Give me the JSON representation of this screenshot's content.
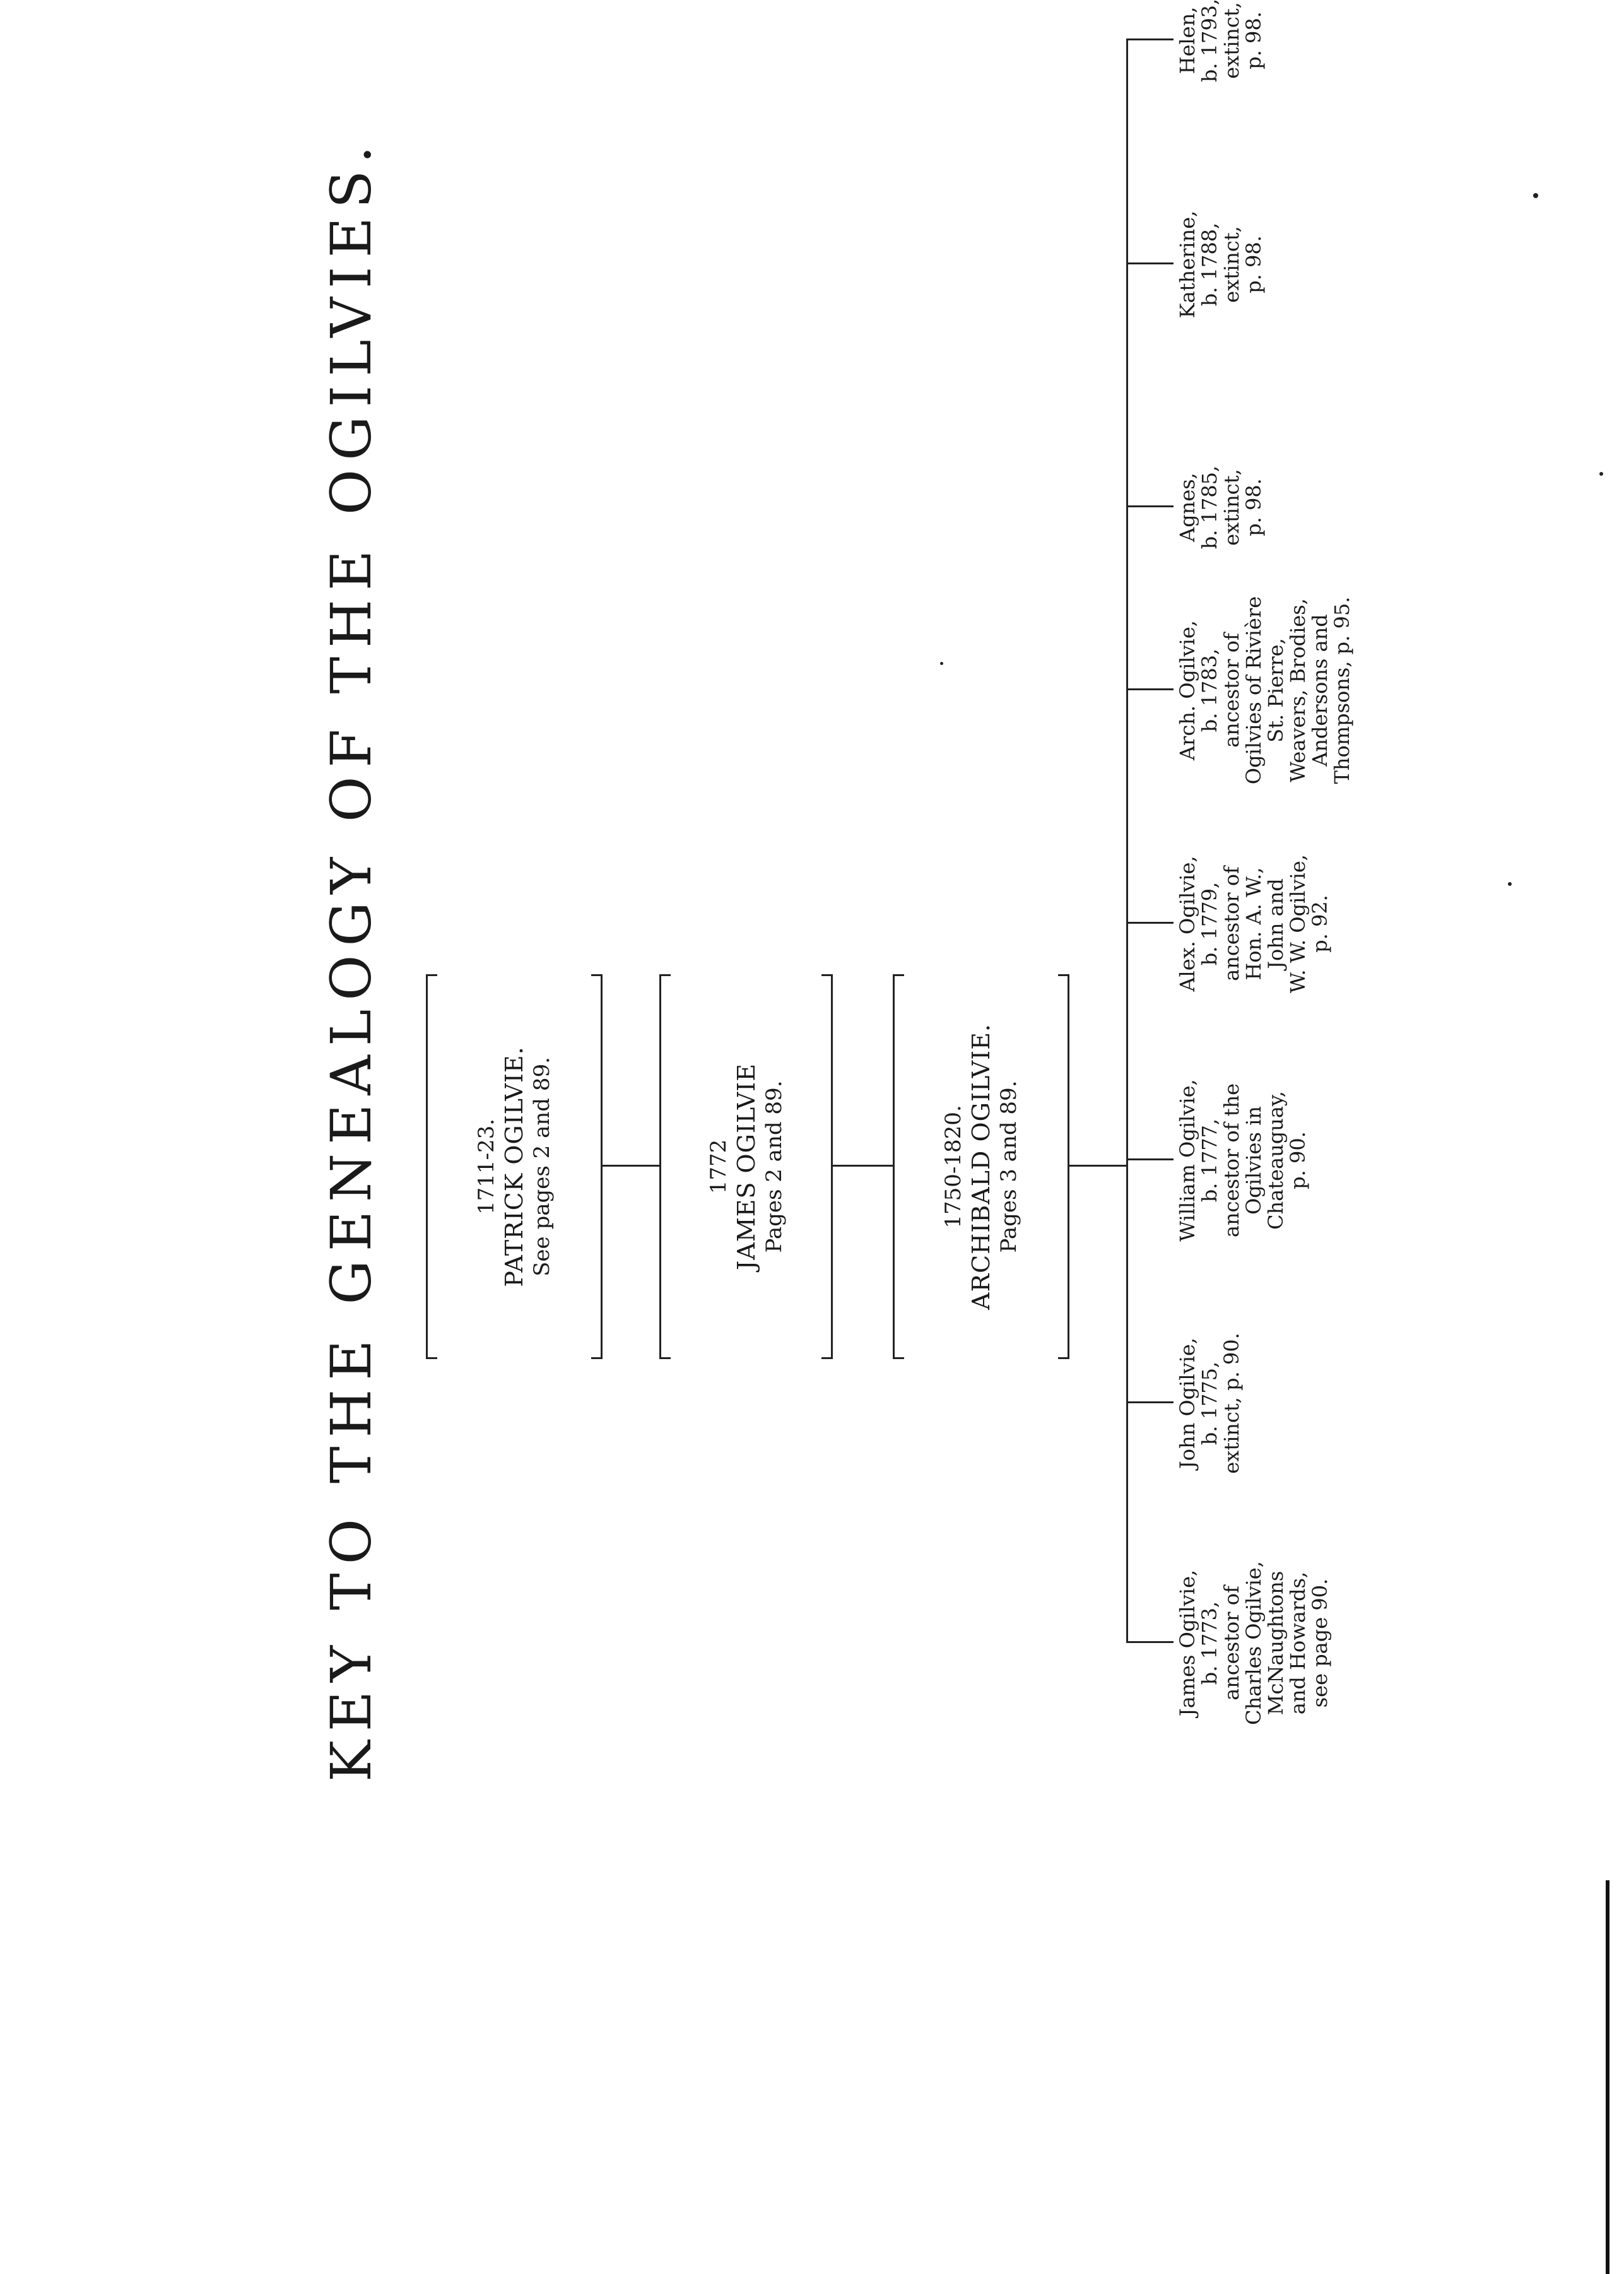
{
  "title": "KEY TO THE GENEALOGY OF THE OGILVIES.",
  "generations": [
    {
      "dates": "1711-23.",
      "name": "PATRICK OGILVIE.",
      "ref": "See pages 2 and 89."
    },
    {
      "dates": "1772",
      "name": "JAMES OGILVIE",
      "ref": "Pages 2 and 89."
    },
    {
      "dates": "1750-1820.",
      "name": "ARCHIBALD OGILVIE.",
      "ref": "Pages 3 and 89."
    }
  ],
  "children": [
    {
      "lines": [
        "James Ogilvie,",
        "b. 1773,",
        "ancestor of",
        "Charles Ogilvie,",
        "McNaughtons",
        "and Howards,",
        "see page 90."
      ]
    },
    {
      "lines": [
        "John Ogilvie,",
        "b. 1775,",
        "extinct, p. 90."
      ]
    },
    {
      "lines": [
        "William Ogilvie,",
        "b. 1777,",
        "ancestor of the",
        "Ogilvies in",
        "Chateauguay,",
        "p. 90."
      ]
    },
    {
      "lines": [
        "Alex. Ogilvie,",
        "b. 1779,",
        "ancestor of",
        "Hon. A. W.,",
        "John and",
        "W. W. Ogilvie,",
        "p. 92."
      ]
    },
    {
      "lines": [
        "Arch. Ogilvie,",
        "b. 1783,",
        "ancestor of",
        "Ogilvies of Rivière",
        "St. Pierre,",
        "Weavers, Brodies,",
        "Andersons and",
        "Thompsons, p. 95."
      ]
    },
    {
      "lines": [
        "Agnes,",
        "b. 1785,",
        "extinct,",
        "p. 98."
      ]
    },
    {
      "lines": [
        "Katherine,",
        "b. 1788,",
        "extinct,",
        "p. 98."
      ]
    },
    {
      "lines": [
        "Helen,",
        "b. 1793,",
        "extinct,",
        "p. 98."
      ]
    }
  ]
}
